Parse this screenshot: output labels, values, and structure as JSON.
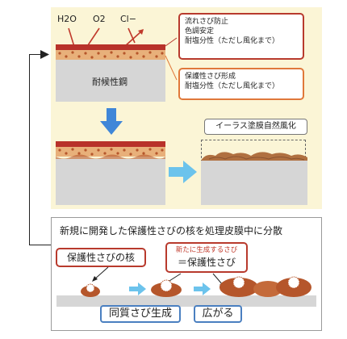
{
  "chemicals": {
    "h2o": "H2O",
    "o2": "O2",
    "cl": "Cl−"
  },
  "steel_label": "耐候性鋼",
  "callout_red": {
    "lines": [
      "流れさび防止",
      "色調安定",
      "耐塩分性（ただし風化まで）"
    ]
  },
  "callout_orange": {
    "lines": [
      "保護性さび形成",
      "耐塩分性（ただし風化まで）"
    ]
  },
  "erase_label": "イーラス塗膜自然風化",
  "bottom": {
    "title": "新規に開発した保護性さびの核を処理皮膜中に分散",
    "nucleus_label": "保護性さびの核",
    "new_rust_line1": "新たに生成するさび",
    "new_rust_line2": "＝保護性さび",
    "same_rust_label": "同質さび生成",
    "spread_label": "広がる"
  },
  "colors": {
    "panel_bg": "#fbf5d6",
    "coating": "#b8322a",
    "rust_layer": "#e8b07a",
    "rust_dots": "#b5562b",
    "steel": "#d6d6d6",
    "arrow_blue": "#3f86d8",
    "arrow_light": "#6cc3ec",
    "red_box": "#b83a2d",
    "orange_box": "#e0783a",
    "blue_box": "#4a7fc0"
  }
}
